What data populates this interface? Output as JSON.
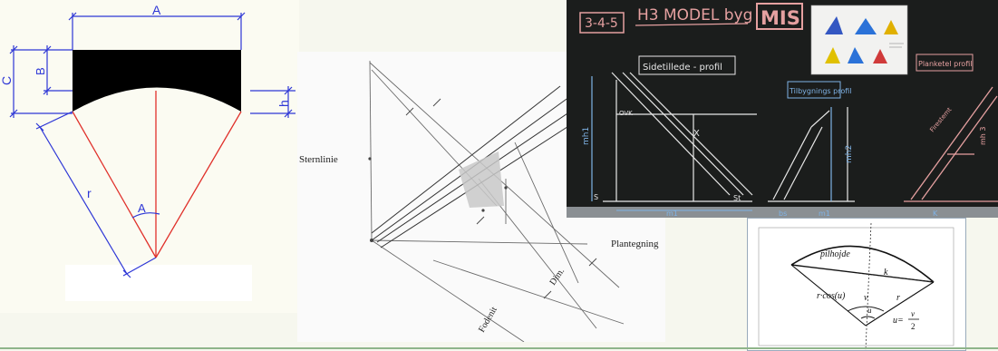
{
  "colors": {
    "dimension_blue": "#2d36d6",
    "radius_red": "#e0302a",
    "chalkboard": "#1b1d1c",
    "chalk_white": "#e8e8e8",
    "chalk_pink": "#e5a0a0",
    "chalk_blue": "#7fb3e6",
    "shading_gray": "#c8c8c8",
    "rule_green": "#8fb58a"
  },
  "arch_dimension_diagram": {
    "label_A_top": "A",
    "label_C": "C",
    "label_B": "B",
    "label_h": "h",
    "label_r": "r",
    "label_A_angle": "A"
  },
  "perspective_sketch": {
    "label_sternlinie": "Sternlinie",
    "label_plantegning": "Plantegning",
    "label_fodenit": "Fodenit",
    "label_dim": "Dim."
  },
  "chalkboard_photo": {
    "board_number": "3-4-5",
    "board_title": "H3 MODEL byg",
    "board_badge": "MIS",
    "label_sidetillede": "Sidetillede - profil",
    "label_tilbygning": "Tilbygnings profil",
    "label_planketel": "Planketel profil",
    "label_firestemt": "Firestemt",
    "label_mh1": "mh1",
    "label_mh2": "mh2",
    "label_mh3": "mh 3",
    "label_ovk": "OVK",
    "label_st": "St",
    "label_s": "S",
    "label_x": "X",
    "label_ml": "m1",
    "label_bs": "bs",
    "label_ml2": "m1",
    "label_k": "K"
  },
  "segment_formula": {
    "label_pilhojde": "pilhojde",
    "label_k": "k",
    "label_rcos": "r·cos(u)",
    "label_v": "v",
    "label_r": "r",
    "label_u": "u",
    "formula_lhs": "u=",
    "formula_num": "v",
    "formula_den": "2"
  }
}
